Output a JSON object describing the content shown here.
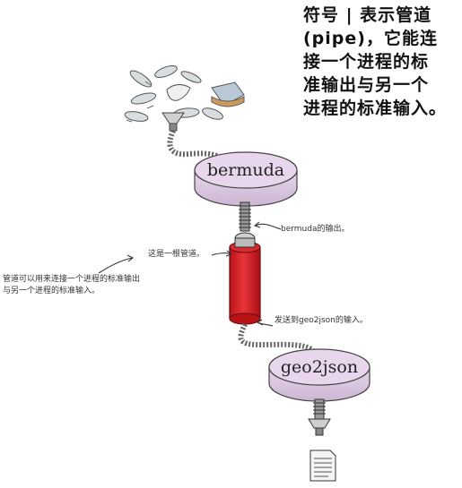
{
  "headline": "符号 | 表示管道\n(pipe)，它能连\n接一个进程的标\n准输出与另一个\n进程的标准输入。",
  "commands": {
    "first": "bermuda",
    "second": "geo2json"
  },
  "annotations": {
    "bermuda_output": "bermuda的输出。",
    "this_is_pipe": "这是一根管道。",
    "pipe_explain": "管道可以用来连接一个进程的标准输出\n与另一个进程的标准输入。",
    "sent_to": "发送到geo2json的输入。"
  }
}
